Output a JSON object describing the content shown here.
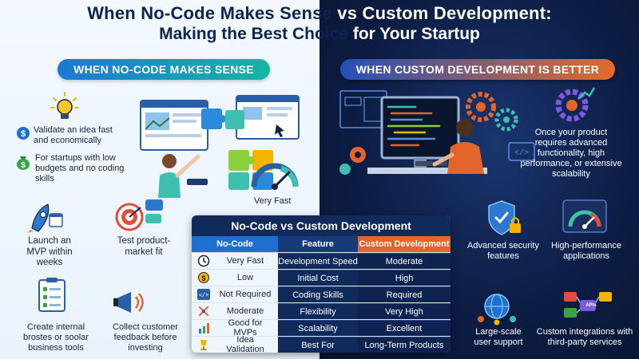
{
  "title": {
    "line1_dark": "When No-Code Makes Sense ",
    "line1_light": "vs Custom Development:",
    "line2_dark": "Making the Best Choice ",
    "line2_light": "for Your Startup"
  },
  "left": {
    "pill": "WHEN NO-CODE MAKES SENSE",
    "bullet1": "Validate an idea fast and economically",
    "bullet2": "For startups with low budgets and no coding skills",
    "gauge_label": "Very Fast",
    "mvp": "Launch an MVP within weeks",
    "test": "Test product-market fit",
    "internal": "Create internal brostes or soolar business tools",
    "feedback": "Collect customer feedback before investing"
  },
  "right": {
    "pill": "WHEN CUSTOM DEVELOPMENT IS BETTER",
    "scale_text": "Once your product requires advanced functionality, high performance, or extensive scalability",
    "security": "Advanced security features",
    "performance": "High-performance applications",
    "support": "Large-scale user support",
    "integrations": "Custom integrations with third-party services",
    "apis_badge": "APIs"
  },
  "table": {
    "title": "No-Code vs Custom Development",
    "headers": [
      "No-Code",
      "Feature",
      "Custom Development"
    ],
    "rows": [
      {
        "icon": "clock-icon",
        "nocode": "Very Fast",
        "feature": "Development Speed",
        "custom": "Moderate"
      },
      {
        "icon": "dollar-icon",
        "nocode": "Low",
        "feature": "Initial Cost",
        "custom": "High"
      },
      {
        "icon": "code-icon",
        "nocode": "Not Required",
        "feature": "Coding Skills",
        "custom": "Required"
      },
      {
        "icon": "arrows-icon",
        "nocode": "Moderate",
        "feature": "Flexibility",
        "custom": "Very High"
      },
      {
        "icon": "chart-icon",
        "nocode": "Good for MVPs",
        "feature": "Scalability",
        "custom": "Excellent"
      },
      {
        "icon": "trophy-icon",
        "nocode": "Idea Validation",
        "feature": "Best For",
        "custom": "Long-Term Products"
      }
    ]
  },
  "colors": {
    "navy": "#0c2552",
    "blue": "#1e70d0",
    "orange": "#e4652a",
    "dark_bg": "#0d1d44"
  }
}
